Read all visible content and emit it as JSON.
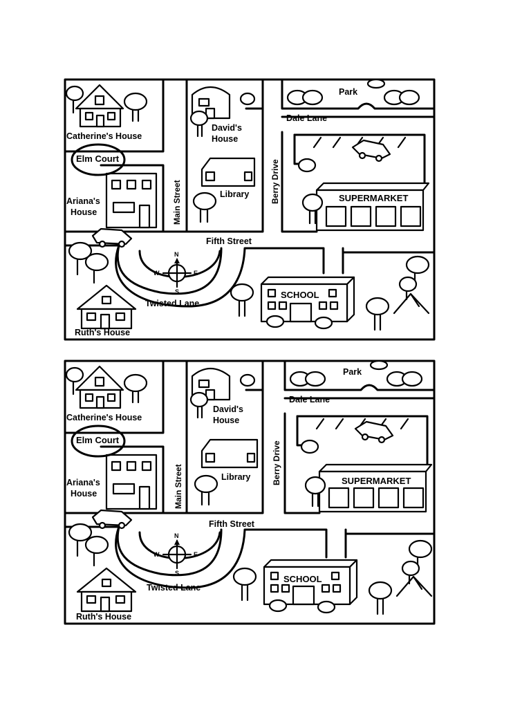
{
  "maps": [
    {
      "labels": {
        "catherines_house": "Catherine's House",
        "elm_court": "Elm Court",
        "arianas_house_1": "Ariana's",
        "arianas_house_2": "House",
        "davids_house_1": "David's",
        "davids_house_2": "House",
        "library": "Library",
        "main_street": "Main Street",
        "berry_drive": "Berry Drive",
        "park": "Park",
        "dale_lane": "Dale Lane",
        "supermarket": "SUPERMARKET",
        "fifth_street": "Fifth Street",
        "twisted_lane": "Twisted Lane",
        "school": "SCHOOL",
        "ruths_house": "Ruth's House",
        "compass_n": "N",
        "compass_s": "S",
        "compass_e": "E",
        "compass_w": "W"
      }
    },
    {
      "labels": {
        "catherines_house": "Catherine's House",
        "elm_court": "Elm Court",
        "arianas_house_1": "Ariana's",
        "arianas_house_2": "House",
        "davids_house_1": "David's",
        "davids_house_2": "House",
        "library": "Library",
        "main_street": "Main Street",
        "berry_drive": "Berry Drive",
        "park": "Park",
        "dale_lane": "Dale Lane",
        "supermarket": "SUPERMARKET",
        "fifth_street": "Fifth Street",
        "twisted_lane": "Twisted Lane",
        "school": "SCHOOL",
        "ruths_house": "Ruth's House",
        "compass_n": "N",
        "compass_s": "S",
        "compass_e": "E",
        "compass_w": "W"
      }
    }
  ]
}
